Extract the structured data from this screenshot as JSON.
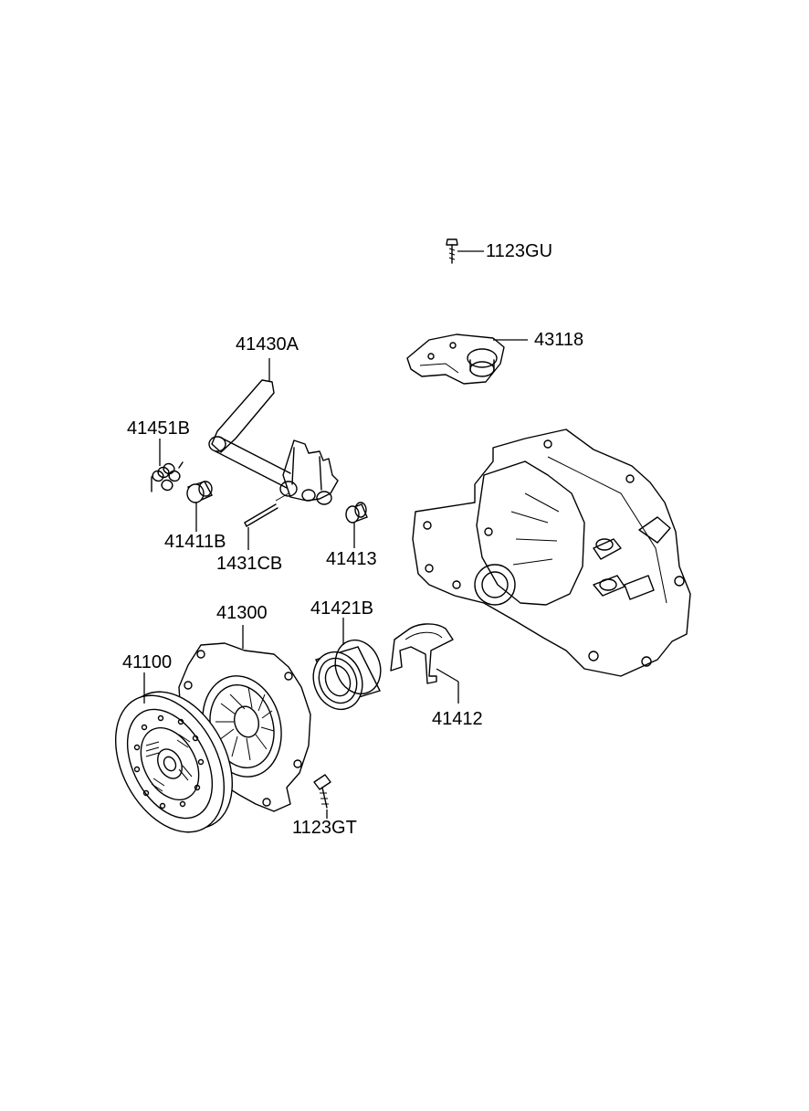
{
  "diagram": {
    "part_labels": {
      "p1123GU": "1123GU",
      "p43118": "43118",
      "p41430A": "41430A",
      "p41451B": "41451B",
      "p41411B": "41411B",
      "p1431CB": "1431CB",
      "p41413": "41413",
      "p41300": "41300",
      "p41421B": "41421B",
      "p41100": "41100",
      "p41412": "41412",
      "p1123GT": "1123GT"
    },
    "colors": {
      "ink": "#000000",
      "background": "#ffffff"
    }
  }
}
